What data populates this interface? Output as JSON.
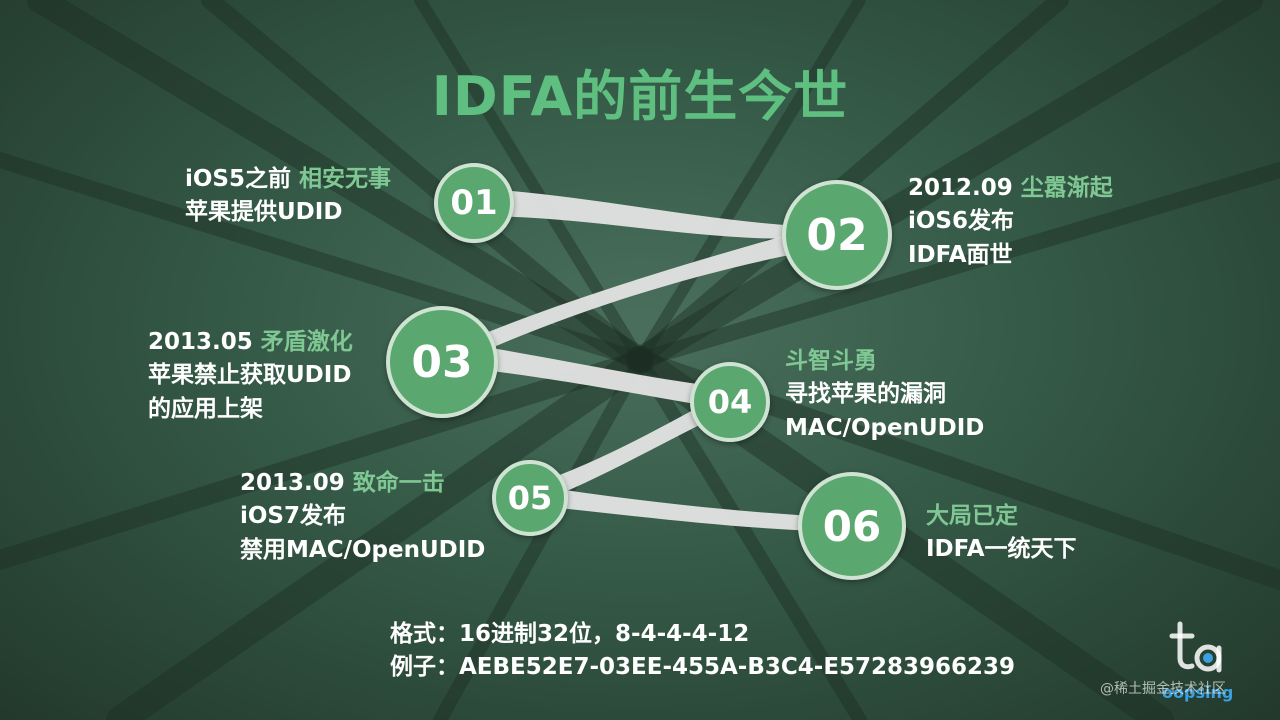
{
  "title": "IDFA的前生今世",
  "nodes": [
    "01",
    "02",
    "03",
    "04",
    "05",
    "06"
  ],
  "events": [
    {
      "lead": "iOS5之前 ",
      "highlight": "相安无事",
      "lines": [
        "苹果提供UDID"
      ]
    },
    {
      "lead": "2012.09 ",
      "highlight": "尘嚣渐起",
      "lines": [
        "iOS6发布",
        "IDFA面世"
      ]
    },
    {
      "lead": "2013.05 ",
      "highlight": "矛盾激化",
      "lines": [
        "苹果禁止获取UDID",
        "的应用上架"
      ]
    },
    {
      "lead": "",
      "highlight": "斗智斗勇",
      "lines": [
        "寻找苹果的漏洞",
        "MAC/OpenUDID"
      ]
    },
    {
      "lead": "2013.09 ",
      "highlight": "致命一击",
      "lines": [
        "iOS7发布",
        "禁用MAC/OpenUDID"
      ]
    },
    {
      "lead": "",
      "highlight": "大局已定",
      "lines": [
        "IDFA一统天下"
      ]
    }
  ],
  "format_line": "格式：16进制32位，8-4-4-4-12",
  "example_line": "例子：AEBE52E7-03EE-455A-B3C4-E57283966239",
  "watermark": "@稀土掘金技术社区",
  "brand": "oopsing",
  "colors": {
    "accent": "#5fbf80",
    "node": "#5aa86f",
    "highlight": "#7fc793",
    "connector": "#e4e4e4"
  }
}
